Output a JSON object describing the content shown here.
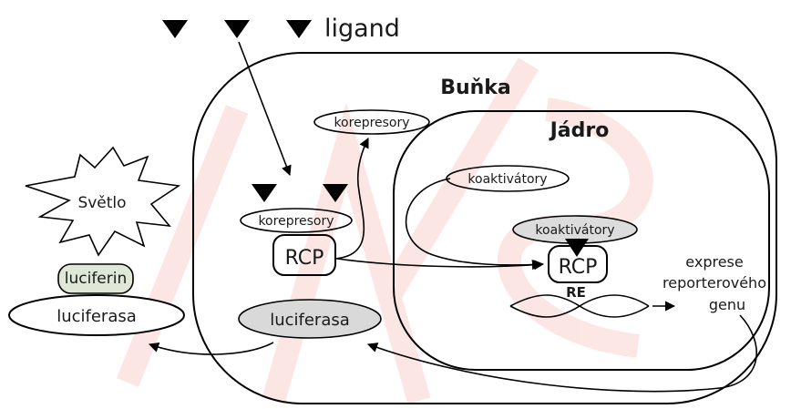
{
  "labels": {
    "ligand": "ligand",
    "cell": "Buňka",
    "nucleus": "Jádro",
    "corepressors_top": "korepresory",
    "corepressors_left": "korepresory",
    "coactivators_top": "koaktivátory",
    "coactivators_bound": "koaktivátory",
    "rcp_left": "RCP",
    "rcp_right": "RCP",
    "re": "RE",
    "expression_line1": "exprese",
    "expression_line2": "reporterového",
    "expression_line3": "genu",
    "light": "Světlo",
    "luciferin": "luciferin",
    "luciferase_outside": "luciferasa",
    "luciferase_inside": "luciferasa"
  },
  "colors": {
    "watermark": "#e3392b",
    "luciferin_fill": "#dfe8d6",
    "luciferase_inside_fill": "#d9d9d9",
    "coactivator_bound_fill": "#dcdcdc"
  }
}
